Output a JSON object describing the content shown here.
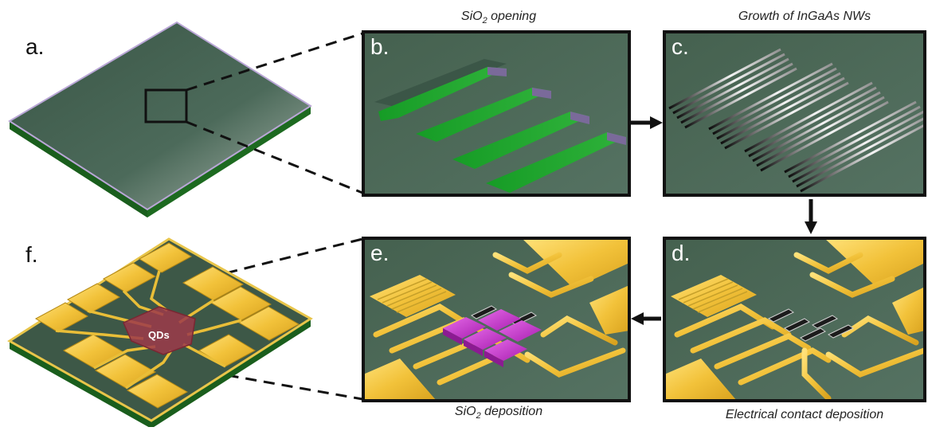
{
  "panels": {
    "a": {
      "label": "a."
    },
    "b": {
      "label": "b.",
      "caption_pre": "SiO",
      "caption_sub": "2",
      "caption_post": " opening"
    },
    "c": {
      "label": "c.",
      "caption": "Growth of InGaAs NWs"
    },
    "d": {
      "label": "d.",
      "caption": "Electrical contact deposition"
    },
    "e": {
      "label": "e.",
      "caption_pre": "SiO",
      "caption_sub": "2",
      "caption_post": " deposition"
    },
    "f": {
      "label": "f.",
      "qd_label": "QDs"
    }
  },
  "colors": {
    "substrate_top": "#3f5c4c",
    "substrate_side": "#1f6b22",
    "oxide_edge": "#b9a6d6",
    "panel_bg": "#4b6a58",
    "trench": "#1fa32c",
    "gold": "#f2c23a",
    "gold_dark": "#b58a16",
    "qd_region": "#9c3a4a",
    "sio2_block": "#c02fc7",
    "frame": "#111111"
  }
}
